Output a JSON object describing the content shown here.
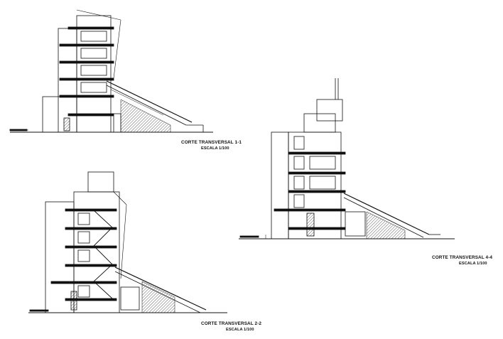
{
  "sections": [
    {
      "title": "CORTE TRANSVERSAL 1-1",
      "scale": "ESCALA 1/100"
    },
    {
      "title": "CORTE TRANSVERSAL 2-2",
      "scale": "ESCALA 1/100"
    },
    {
      "title": "CORTE TRANSVERSAL 4-4",
      "scale": "ESCALA 1/100"
    }
  ]
}
